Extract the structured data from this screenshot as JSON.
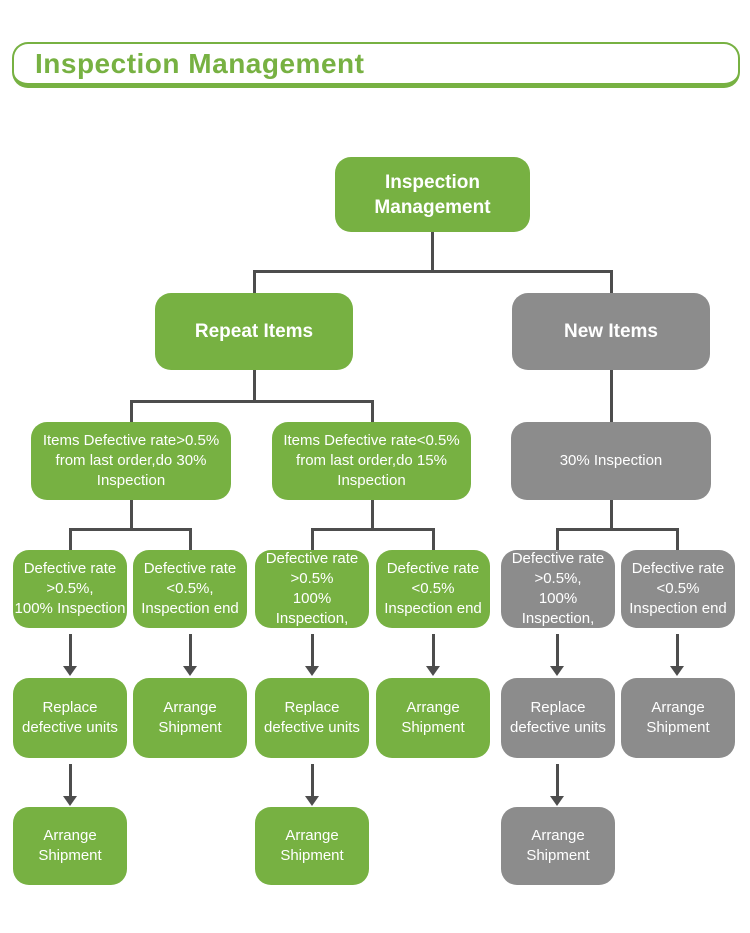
{
  "header": {
    "title": "Inspection Management"
  },
  "colors": {
    "green": "#77B142",
    "gray": "#8C8C8C",
    "line": "#4D4D4D",
    "node_text": "#FFFFFF",
    "background": "#FFFFFF"
  },
  "flowchart": {
    "root": {
      "label": [
        "Inspection",
        "Management"
      ]
    },
    "level2": {
      "repeat_items": [
        "Repeat Items"
      ],
      "new_items": [
        "New Items"
      ]
    },
    "level3": {
      "repeat_high": [
        "Items Defective rate>0.5%",
        "from last order,do 30%",
        "Inspection"
      ],
      "repeat_low": [
        "Items Defective rate<0.5%",
        "from last order,do 15%",
        "Inspection"
      ],
      "new_inspection": [
        "30% Inspection"
      ]
    },
    "level4": {
      "col1": [
        "Defective rate",
        ">0.5%,",
        "100% Inspection"
      ],
      "col2": [
        "Defective rate",
        "<0.5%,",
        "Inspection end"
      ],
      "col3": [
        "Defective rate",
        ">0.5%",
        "100% Inspection,"
      ],
      "col4": [
        "Defective rate",
        "<0.5%",
        "Inspection end"
      ],
      "col5": [
        "Defective rate",
        ">0.5%,",
        "100% Inspection,"
      ],
      "col6": [
        "Defective rate",
        "<0.5%",
        "Inspection end"
      ]
    },
    "level5": {
      "replace_units": [
        "Replace",
        "defective units"
      ],
      "arrange_shipment": [
        "Arrange",
        "Shipment"
      ]
    },
    "level6": {
      "arrange_shipment": [
        "Arrange",
        "Shipment"
      ]
    }
  }
}
